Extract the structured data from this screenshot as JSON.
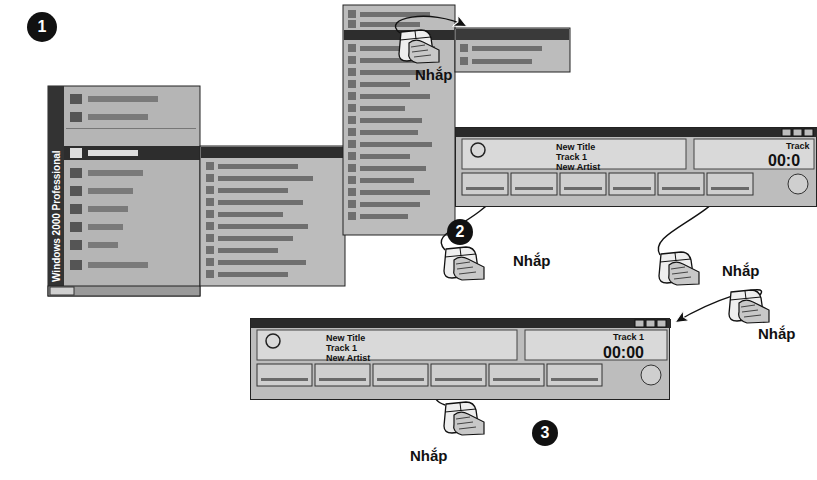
{
  "diagram": {
    "nodes": [
      {
        "text": [
          "Windows 2000 Professional"
        ]
      },
      {
        "text": [
          "New Title",
          "Track 1",
          "New Artist",
          "Track",
          "00:0"
        ]
      },
      {
        "text": [
          "New Title",
          "Track 1",
          "New Artist",
          "Track 1",
          "00:00"
        ]
      }
    ],
    "labels": [
      "1",
      "Nhắp",
      "2",
      "Nhắp",
      "Nhắp",
      "Nhắp",
      "3",
      "Nhắp"
    ]
  }
}
